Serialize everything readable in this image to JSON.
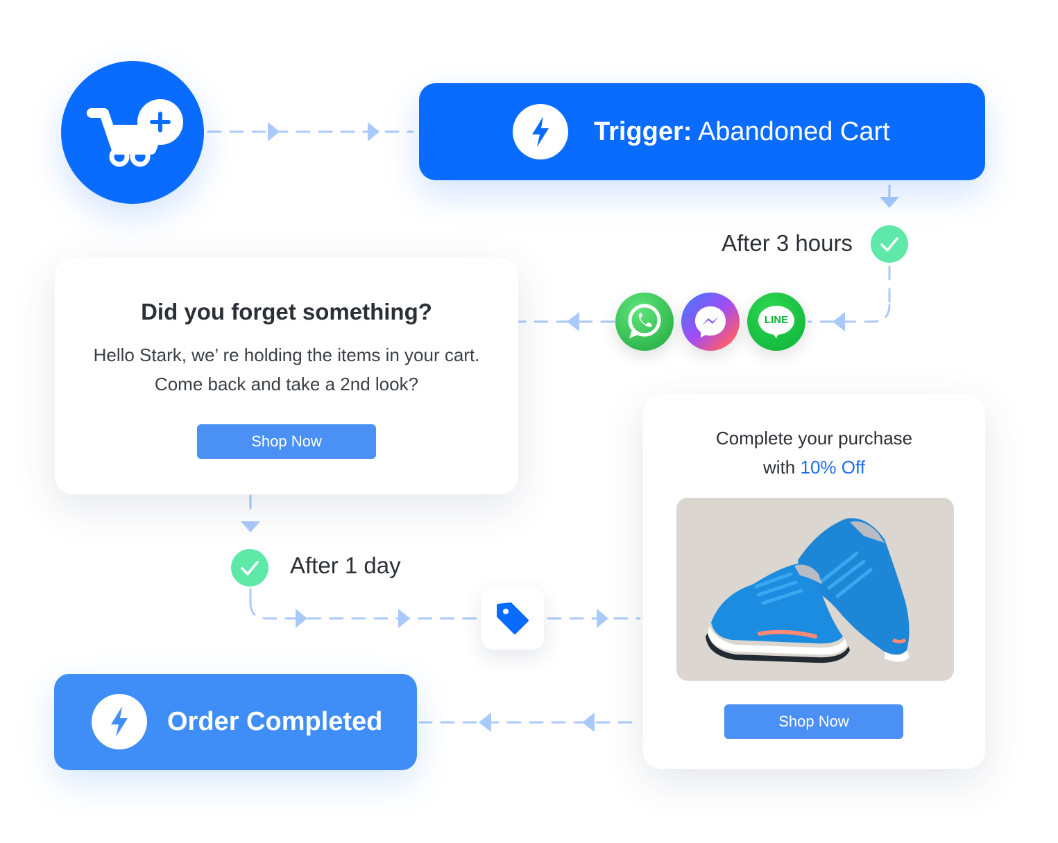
{
  "colors": {
    "primary": "#0a6cff",
    "secondary": "#3f8ef7",
    "button": "#4a90f5",
    "success": "#5ee9a8",
    "connector": "#a9c9fb",
    "highlight": "#1a6cf0"
  },
  "start": {
    "icon": "cart-plus-icon"
  },
  "trigger": {
    "prefix": "Trigger:",
    "name": "Abandoned Cart",
    "icon": "lightning-icon"
  },
  "delay1": {
    "label": "After 3 hours",
    "icon": "check-icon"
  },
  "channels": [
    {
      "name": "whatsapp",
      "icon": "whatsapp-icon"
    },
    {
      "name": "messenger",
      "icon": "messenger-icon"
    },
    {
      "name": "line",
      "icon": "line-icon",
      "text": "LINE"
    }
  ],
  "reminder_card": {
    "title": "Did you forget something?",
    "body": "Hello Stark, we’ re holding the items in your cart. Come back and take a 2nd look?",
    "button": "Shop Now"
  },
  "delay2": {
    "label": "After 1 day",
    "icon": "check-icon"
  },
  "discount": {
    "icon": "price-tag-icon"
  },
  "offer_card": {
    "line1": "Complete your purchase",
    "line2_prefix": "with",
    "line2_highlight": "10% Off",
    "image": "sneakers-image",
    "button": "Shop Now"
  },
  "order": {
    "label": "Order Completed",
    "icon": "lightning-icon"
  }
}
